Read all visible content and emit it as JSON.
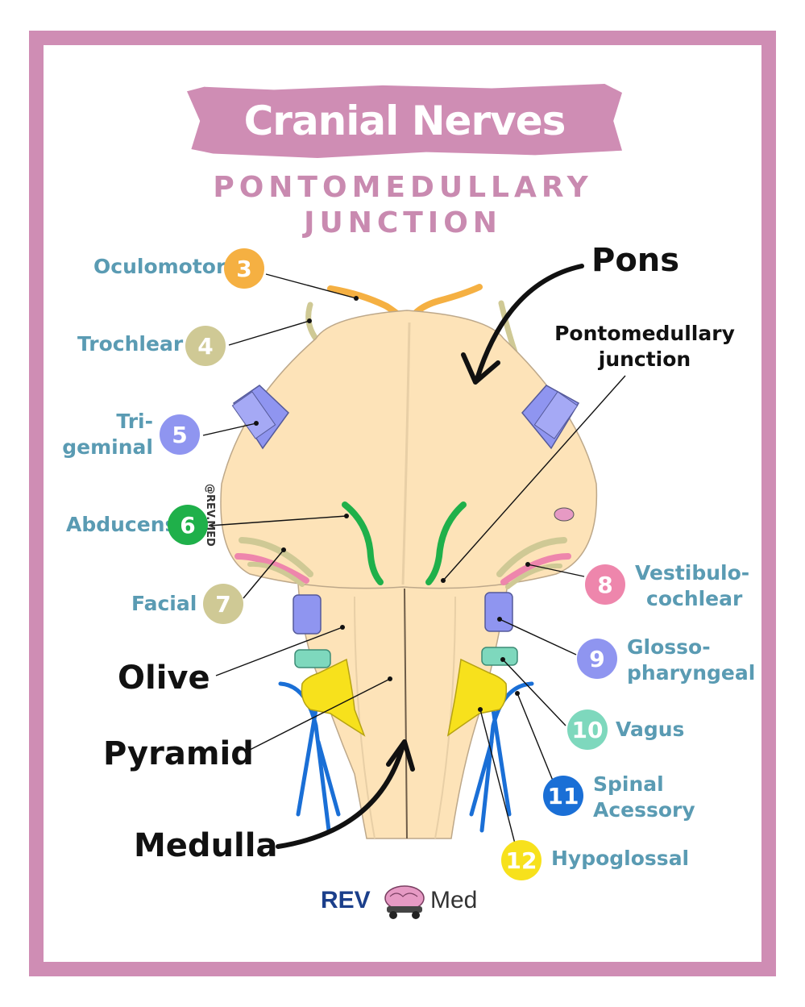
{
  "title": "Cranial Nerves",
  "subtitle_line1": "PONTOMEDULLARY",
  "subtitle_line2": "JUNCTION",
  "watermark": "@REV.MED",
  "structures": {
    "pons": "Pons",
    "junction_line1": "Pontomedullary",
    "junction_line2": "junction",
    "olive": "Olive",
    "pyramid": "Pyramid",
    "medulla": "Medulla"
  },
  "nerves": {
    "n3": {
      "number": "3",
      "name": "Oculomotor",
      "color": "#f5b042"
    },
    "n4": {
      "number": "4",
      "name": "Trochlear",
      "color": "#cfc995"
    },
    "n5": {
      "number": "5",
      "line1": "Tri-",
      "line2": "geminal",
      "color": "#8f95f0"
    },
    "n6": {
      "number": "6",
      "name": "Abducens",
      "color": "#1fb04a"
    },
    "n7": {
      "number": "7",
      "name": "Facial",
      "color": "#cfc995"
    },
    "n8": {
      "number": "8",
      "line1": "Vestibulo-",
      "line2": "cochlear",
      "color": "#ee86ac"
    },
    "n9": {
      "number": "9",
      "line1": "Glosso-",
      "line2": "pharyngeal",
      "color": "#8f95f0"
    },
    "n10": {
      "number": "10",
      "name": "Vagus",
      "color": "#7ed8bd"
    },
    "n11": {
      "number": "11",
      "line1": "Spinal",
      "line2": "Acessory",
      "color": "#1a6fd6"
    },
    "n12": {
      "number": "12",
      "name": "Hypoglossal",
      "color": "#f7e11c"
    }
  },
  "brand": {
    "left": "REV",
    "right": "Med"
  },
  "colors": {
    "frame": "#cf8db4",
    "tissue": "#fde3b8",
    "label": "#5a9bb3"
  }
}
